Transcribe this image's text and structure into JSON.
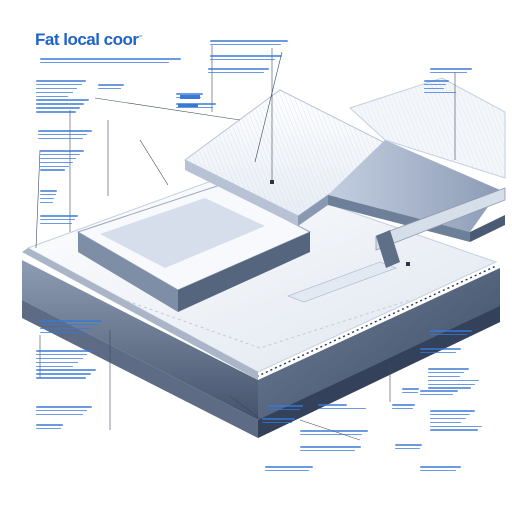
{
  "title": "Fat local coor",
  "title_superscript": "ᵐ",
  "colors": {
    "accent": "#1f63c9",
    "annotation_text": "#3a78d6",
    "leader_line": "#3c4a5e",
    "roof_white": "#f4f7fb",
    "roof_shadow": "#b9c5d8",
    "parapet_dark": "#4a5a73",
    "parapet_mid": "#7d8da6",
    "walkway": "#e3e9f2"
  },
  "icons": {
    "detail_marker": "square-dot"
  }
}
